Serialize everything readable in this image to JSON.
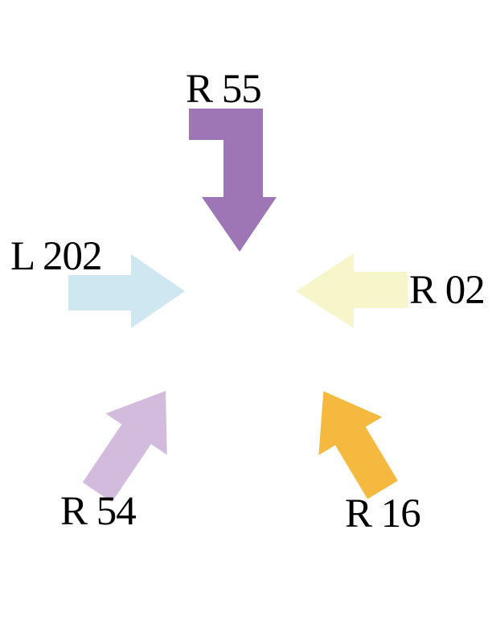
{
  "diagram": {
    "background_color": "#ffffff",
    "label_color": "#000000",
    "arrows": [
      {
        "id": "r55",
        "label": "R 55",
        "color": "#9e76b6",
        "direction": "down",
        "shape": "bent-elbow-arrow"
      },
      {
        "id": "l202",
        "label": "L 202",
        "color": "#cfe7f0",
        "direction": "right",
        "shape": "straight-arrow"
      },
      {
        "id": "r02",
        "label": "R 02",
        "color": "#f7f5ca",
        "direction": "left",
        "shape": "straight-arrow"
      },
      {
        "id": "r54",
        "label": "R 54",
        "color": "#d3bbde",
        "direction": "up-right",
        "shape": "straight-arrow"
      },
      {
        "id": "r16",
        "label": "R 16",
        "color": "#f6b93f",
        "direction": "up-left",
        "shape": "straight-arrow"
      }
    ]
  }
}
